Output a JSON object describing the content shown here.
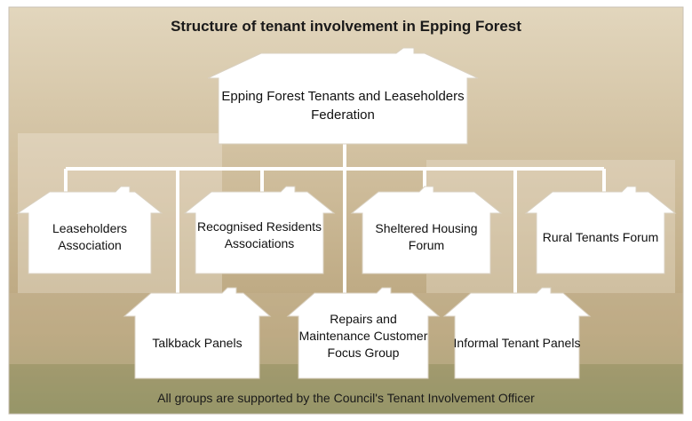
{
  "title": "Structure of tenant involvement in Epping Forest",
  "footer": "All groups are supported by the Council's Tenant Involvement Officer",
  "colors": {
    "background_tone": "#c9b48f",
    "box_fill": "#ffffff",
    "box_stroke": "#d9d0c0",
    "connector": "#ffffff"
  },
  "nodes": {
    "federation": "Epping Forest Tenants and Leaseholders Federation",
    "leaseholders": "Leaseholders Association",
    "residents": "Recognised Residents Associations",
    "sheltered": "Sheltered Housing Forum",
    "rural": "Rural Tenants Forum",
    "talkback": "Talkback Panels",
    "repairs": "Repairs and Maintenance Customer Focus Group",
    "informal": "Informal Tenant Panels"
  }
}
